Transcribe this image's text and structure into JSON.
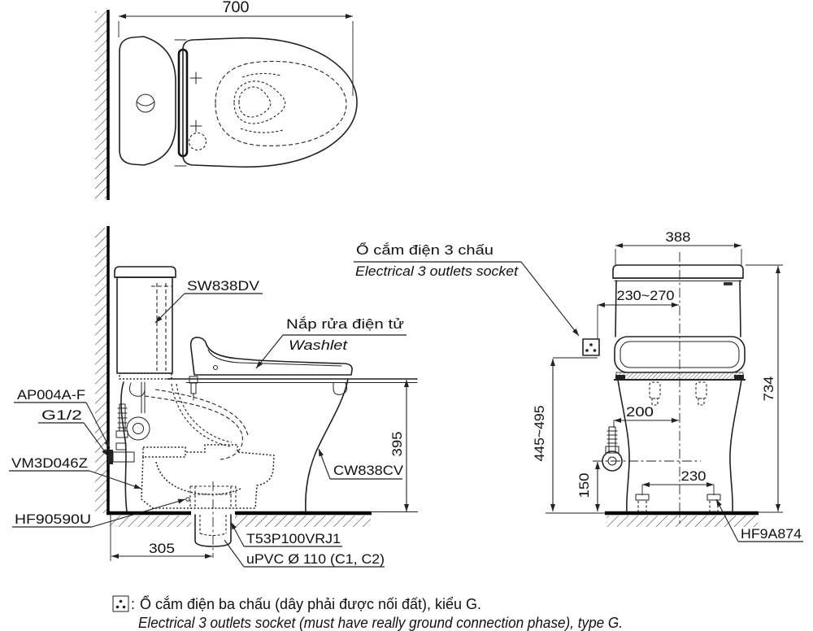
{
  "top_view": {
    "dim_width": "700"
  },
  "side_view": {
    "label_cistern": "SW838DV",
    "label_washlet_vi": "Nắp rửa điện tử",
    "label_washlet_en": "Washlet",
    "label_socket_vi": "Ổ cắm điện 3 chấu",
    "label_socket_en": "Electrical 3 outlets socket",
    "label_supply": "AP004A-F",
    "label_thread": "G1/2",
    "label_connector": "VM3D046Z",
    "label_flange": "HF90590U",
    "label_bowl": "CW838CV",
    "label_joint": "T53P100VRJ1",
    "label_pipe": "uPVC Ø 110 (C1, C2)",
    "dim_rim_height": "395",
    "dim_rough_in": "305"
  },
  "front_view": {
    "dim_width": "388",
    "dim_socket_offset": "230~270",
    "dim_total_height": "734",
    "dim_socket_height": "445~495",
    "dim_supply_offset": "200",
    "dim_supply_height": "150",
    "dim_bolt_spacing": "230",
    "label_bolt_cap": "HF9A874"
  },
  "legend": {
    "colon": ":",
    "note_vi": "Ổ cắm điện ba chấu (dây phải được nối đất), kiểu G.",
    "note_en": "Electrical 3 outlets socket (must have really ground connection phase), type G."
  }
}
